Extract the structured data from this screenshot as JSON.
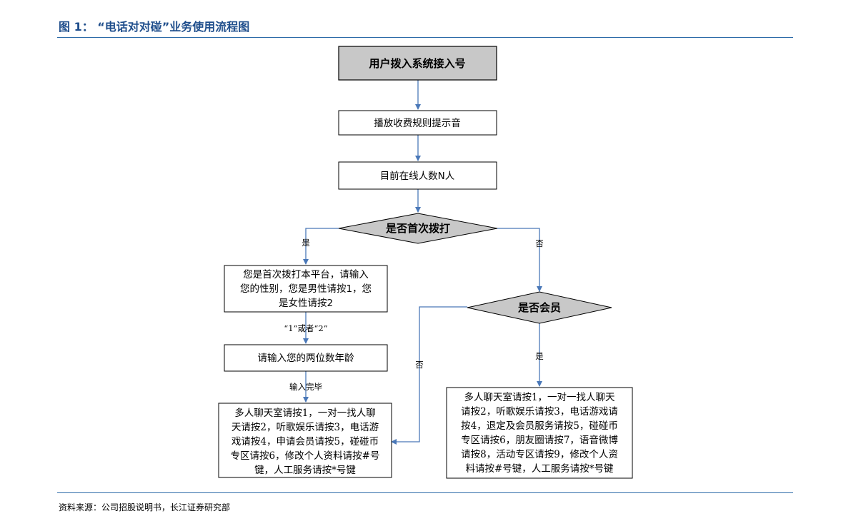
{
  "header": {
    "figure_title": "图 1： “电话对对碰”业务使用流程图"
  },
  "nodes": {
    "start": "用户拨入系统接入号",
    "play_rules": "播放收费规则提示音",
    "online_count": "目前在线人数N人",
    "first_call_q": "是否首次拨打",
    "gender_prompt": [
      "您是首次拨打本平台，请输入",
      "您的性别，您是男性请按1，您",
      "是女性请按2"
    ],
    "age_prompt": "请输入您的两位数年龄",
    "menu_left": [
      "多人聊天室请按1，一对一找人聊",
      "天请按2，听歌娱乐请按3，电话游",
      "戏请按4，申请会员请按5，碰碰币",
      "专区请按6，修改个人资料请按#号",
      "键，人工服务请按*号键"
    ],
    "member_q": "是否会员",
    "menu_right": [
      "多人聊天室请按1，一对一找人聊天",
      "请按2，听歌娱乐请按3，电话游戏请",
      "按4，退定及会员服务请按5，碰碰币",
      "专区请按6，朋友圈请按7，语音微博",
      "请按8，活动专区请按9，修改个人资",
      "料请按#号键，人工服务请按*号键"
    ]
  },
  "edges": {
    "yes_first": "是",
    "no_first": "否",
    "input_1_or_2": "“1”或者“2”",
    "input_done": "输入完毕",
    "no_member": "否",
    "yes_member": "是"
  },
  "footer": {
    "source": "资料来源：公司招股说明书，长江证券研究部"
  },
  "colors": {
    "accent": "#1f4e8c",
    "rule": "#2c6aa8",
    "arrow": "#4a78b8",
    "node_fill": "#c8c8c8"
  }
}
